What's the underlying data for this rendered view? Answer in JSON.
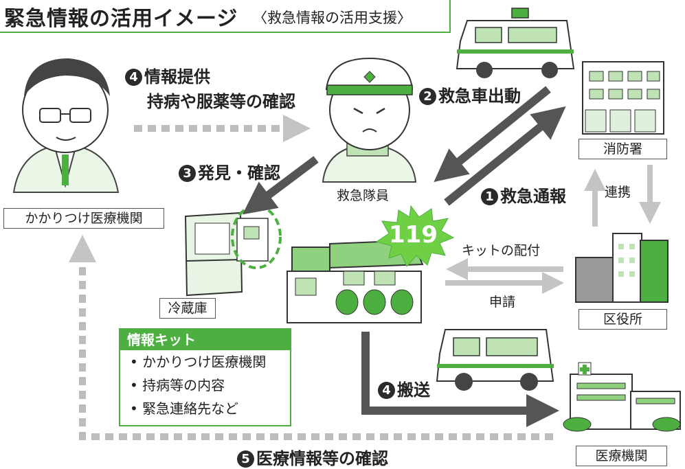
{
  "title": {
    "main": "緊急情報の活用イメージ",
    "sub": "〈救急情報の活用支援〉"
  },
  "labels": {
    "clinic": "かかりつけ医療機関",
    "fridge": "冷蔵庫",
    "fire_station": "消防署",
    "ward_office": "区役所",
    "hospital": "医療機関",
    "paramedic": "救急隊員",
    "emergency_number": "119"
  },
  "steps": [
    {
      "num": "4",
      "lines": [
        "情報提供",
        "持病や服薬等の確認"
      ]
    },
    {
      "num": "2",
      "text": "救急車出動"
    },
    {
      "num": "3",
      "text": "発見・確認"
    },
    {
      "num": "1",
      "text": "救急通報"
    },
    {
      "num": "4",
      "text": "搬送"
    },
    {
      "num": "5",
      "text": "医療情報等の確認"
    }
  ],
  "relations": {
    "cooperation": "連携",
    "kit_distribution": "キットの配付",
    "application": "申請"
  },
  "info_kit": {
    "heading": "情報キット",
    "items": [
      "かかりつけ医療機関",
      "持病等の内容",
      "緊急連絡先など"
    ]
  },
  "colors": {
    "accent": "#4caf3f",
    "dark_arrow": "#555555",
    "light_arrow": "#bdbdbd",
    "label_border": "#555555"
  }
}
